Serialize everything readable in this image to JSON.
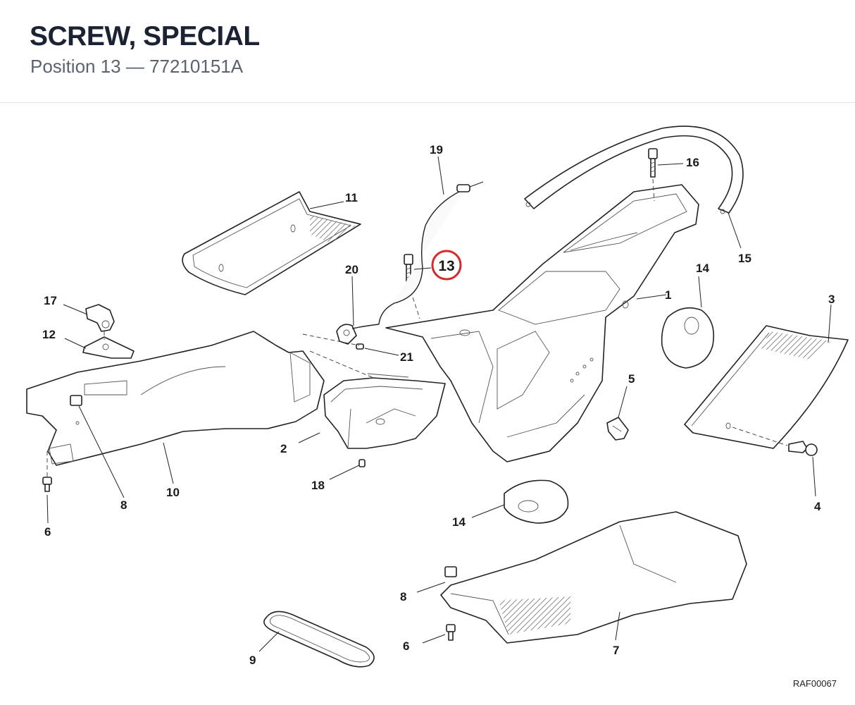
{
  "header": {
    "title": "SCREW, SPECIAL",
    "subtitle": "Position 13 — 77210151A"
  },
  "highlight": {
    "position": "13",
    "color": "#d42a2a"
  },
  "callouts": {
    "c1": "1",
    "c2": "2",
    "c3": "3",
    "c4": "4",
    "c5": "5",
    "c6a": "6",
    "c6b": "6",
    "c7": "7",
    "c8a": "8",
    "c8b": "8",
    "c9": "9",
    "c10": "10",
    "c11": "11",
    "c12": "12",
    "c13": "13",
    "c14a": "14",
    "c14b": "14",
    "c15": "15",
    "c16": "16",
    "c17": "17",
    "c18": "18",
    "c19": "19",
    "c20": "20",
    "c21": "21"
  },
  "footer": {
    "reference_code": "RAF00067"
  }
}
